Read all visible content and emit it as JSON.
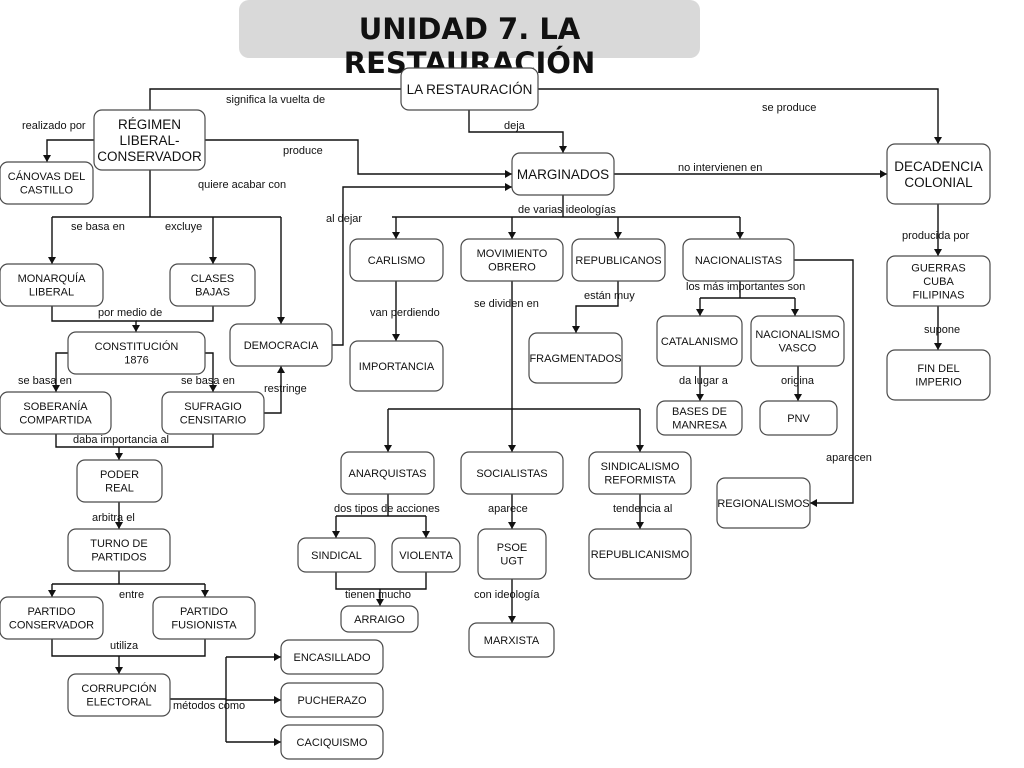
{
  "title": "UNIDAD 7. LA RESTAURACIÓN",
  "nodes": {
    "restauracion": [
      "LA RESTAURACIÓN"
    ],
    "regimen": [
      "RÉGIMEN",
      "LIBERAL-",
      "CONSERVADOR"
    ],
    "marginados": [
      "MARGINADOS"
    ],
    "decadencia": [
      "DECADENCIA",
      "COLONIAL"
    ],
    "canovas": [
      "CÁNOVAS DEL",
      "CASTILLO"
    ],
    "monarquia": [
      "MONARQUÍA",
      "LIBERAL"
    ],
    "clases": [
      "CLASES",
      "BAJAS"
    ],
    "democracia": [
      "DEMOCRACIA"
    ],
    "constitucion": [
      "CONSTITUCIÓN",
      "1876"
    ],
    "soberania": [
      "SOBERANÍA",
      "COMPARTIDA"
    ],
    "sufragio": [
      "SUFRAGIO",
      "CENSITARIO"
    ],
    "poder": [
      "PODER",
      "REAL"
    ],
    "turno": [
      "TURNO DE",
      "PARTIDOS"
    ],
    "conservador": [
      "PARTIDO",
      "CONSERVADOR"
    ],
    "fusionista": [
      "PARTIDO",
      "FUSIONISTA"
    ],
    "corrupcion": [
      "CORRUPCIÓN",
      "ELECTORAL"
    ],
    "encasillado": [
      "ENCASILLADO"
    ],
    "pucherazo": [
      "PUCHERAZO"
    ],
    "caciquismo": [
      "CACIQUISMO"
    ],
    "carlismo": [
      "CARLISMO"
    ],
    "importancia": [
      "IMPORTANCIA"
    ],
    "movimiento": [
      "MOVIMIENTO",
      "OBRERO"
    ],
    "republicanos": [
      "REPUBLICANOS"
    ],
    "fragmentados": [
      "FRAGMENTADOS"
    ],
    "nacionalistas": [
      "NACIONALISTAS"
    ],
    "catalanismo": [
      "CATALANISMO"
    ],
    "vasco": [
      "NACIONALISMO",
      "VASCO"
    ],
    "bases": [
      "BASES DE",
      "MANRESA"
    ],
    "pnv": [
      "PNV"
    ],
    "regionalismos": [
      "REGIONALISMOS"
    ],
    "guerras": [
      "GUERRAS",
      "CUBA",
      "FILIPINAS"
    ],
    "fin": [
      "FIN DEL",
      "IMPERIO"
    ],
    "anarquistas": [
      "ANARQUISTAS"
    ],
    "socialistas": [
      "SOCIALISTAS"
    ],
    "sindicalismo": [
      "SINDICALISMO",
      "REFORMISTA"
    ],
    "sindical": [
      "SINDICAL"
    ],
    "violenta": [
      "VIOLENTA"
    ],
    "arraigo": [
      "ARRAIGO"
    ],
    "psoe": [
      "PSOE",
      "UGT"
    ],
    "marxista": [
      "MARXISTA"
    ],
    "republicanismo": [
      "REPUBLICANISMO"
    ]
  },
  "links": {
    "significa": "significa la vuelta de",
    "se_produce": "se produce",
    "realizado": "realizado por",
    "deja": "deja",
    "produce": "produce",
    "quiere": "quiere acabar con",
    "no_intervienen": "no intervienen en",
    "al_dejar": "al dejar",
    "ideologias": "de varias ideologías",
    "producida": "producida por",
    "se_basa": "se basa en",
    "excluye": "excluye",
    "por_medio": "por medio de",
    "van_perdiendo": "van perdiendo",
    "se_dividen": "se dividen en",
    "estan_muy": "están muy",
    "mas_importantes": "los más importantes son",
    "supone": "supone",
    "se_basa_1": "se basa en",
    "se_basa_2": "se basa en",
    "restringe": "restringe",
    "da_lugar": "da lugar a",
    "origina": "origina",
    "daba": "daba importancia al",
    "aparecen": "aparecen",
    "arbitra": "arbitra el",
    "dos_tipos": "dos tipos de acciones",
    "aparece": "aparece",
    "tendencia": "tendencia al",
    "entre": "entre",
    "tienen_mucho": "tienen mucho",
    "con_ideologia": "con ideología",
    "utiliza": "utiliza",
    "metodos": "métodos como"
  }
}
